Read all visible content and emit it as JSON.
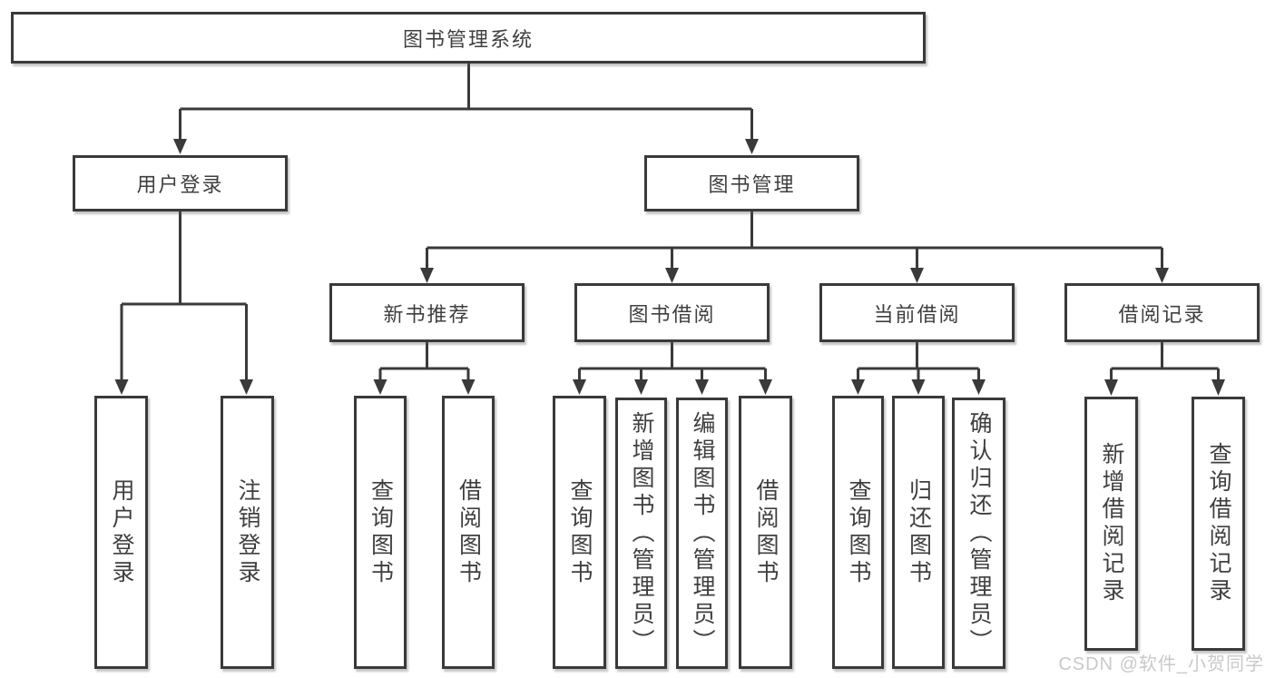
{
  "colors": {
    "line": "#3a3a3a",
    "box_border": "#3a3a3a",
    "box_background": "#ffffff",
    "text": "#3f3f3f",
    "watermark": "#c9c9c9",
    "page_background": "#ffffff"
  },
  "tree": {
    "root": {
      "label": "图书管理系统"
    },
    "branches": [
      {
        "label": "用户登录",
        "children": [
          {
            "label": "用户登录"
          },
          {
            "label": "注销登录"
          }
        ]
      },
      {
        "label": "图书管理",
        "children": [
          {
            "label": "新书推荐",
            "children": [
              {
                "label": "查询图书"
              },
              {
                "label": "借阅图书"
              }
            ]
          },
          {
            "label": "图书借阅",
            "children": [
              {
                "label": "查询图书"
              },
              {
                "label": "新增图书（管理员）"
              },
              {
                "label": "编辑图书（管理员）"
              },
              {
                "label": "借阅图书"
              }
            ]
          },
          {
            "label": "当前借阅",
            "children": [
              {
                "label": "查询图书"
              },
              {
                "label": "归还图书"
              },
              {
                "label": "确认归还（管理员）"
              }
            ]
          },
          {
            "label": "借阅记录",
            "children": [
              {
                "label": "新增借阅记录"
              },
              {
                "label": "查询借阅记录"
              }
            ]
          }
        ]
      }
    ]
  },
  "watermark": {
    "text": "CSDN @软件_小贺同学"
  }
}
